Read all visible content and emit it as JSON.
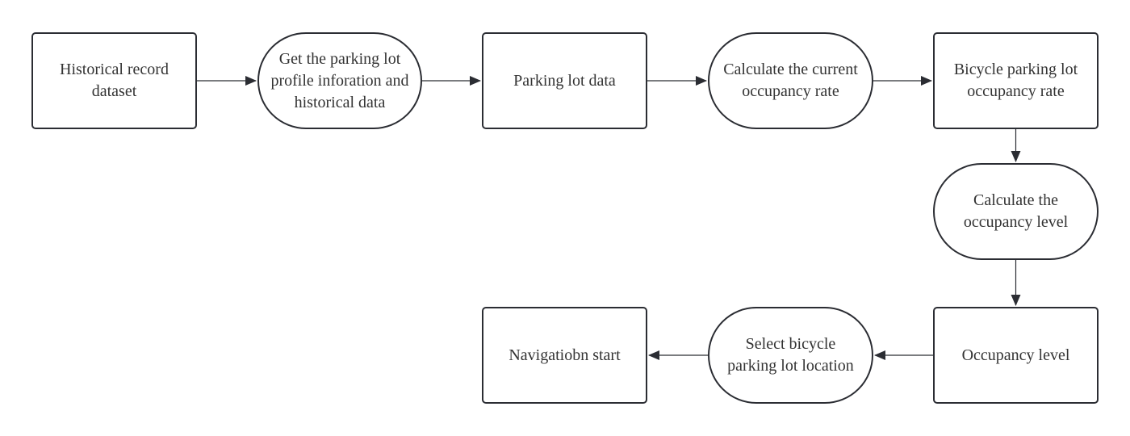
{
  "diagram": {
    "nodes": [
      {
        "id": "historical-record-dataset",
        "shape": "process",
        "text": "Historical record\ndataset"
      },
      {
        "id": "get-profile",
        "shape": "terminal",
        "text": "Get the parking lot\nprofile inforation and\nhistorical data"
      },
      {
        "id": "parking-lot-data",
        "shape": "process",
        "text": "Parking lot data"
      },
      {
        "id": "calc-current-rate",
        "shape": "terminal",
        "text": "Calculate the current\noccupancy rate"
      },
      {
        "id": "bicycle-occupancy-rate",
        "shape": "process",
        "text": "Bicycle parking lot\noccupancy rate"
      },
      {
        "id": "calc-level",
        "shape": "terminal",
        "text": "Calculate the\noccupancy level"
      },
      {
        "id": "occupancy-level",
        "shape": "process",
        "text": "Occupancy level"
      },
      {
        "id": "select-location",
        "shape": "terminal",
        "text": "Select bicycle\nparking lot location"
      },
      {
        "id": "navigation-start",
        "shape": "process",
        "text": "Navigatiobn start"
      }
    ],
    "edges": [
      {
        "from": "historical-record-dataset",
        "to": "get-profile"
      },
      {
        "from": "get-profile",
        "to": "parking-lot-data"
      },
      {
        "from": "parking-lot-data",
        "to": "calc-current-rate"
      },
      {
        "from": "calc-current-rate",
        "to": "bicycle-occupancy-rate"
      },
      {
        "from": "bicycle-occupancy-rate",
        "to": "calc-level"
      },
      {
        "from": "calc-level",
        "to": "occupancy-level"
      },
      {
        "from": "occupancy-level",
        "to": "select-location"
      },
      {
        "from": "select-location",
        "to": "navigation-start"
      }
    ],
    "colors": {
      "stroke": "#2b2d33",
      "text": "#333333",
      "background": "#ffffff"
    }
  }
}
